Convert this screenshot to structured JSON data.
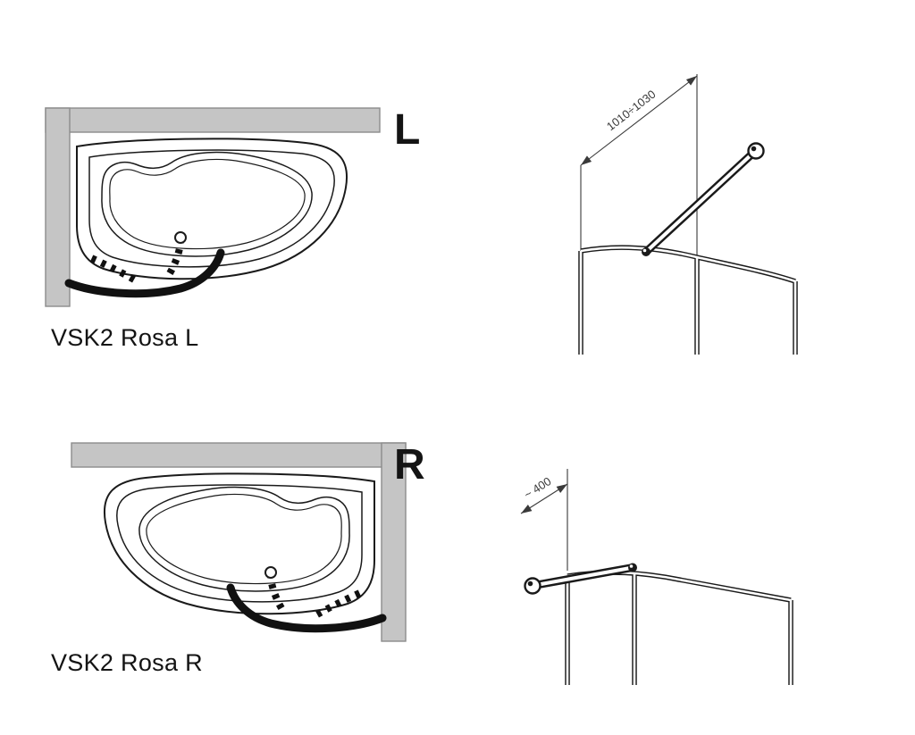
{
  "variants": {
    "L": {
      "corner_label": "L",
      "caption": "VSK2 Rosa L",
      "dimension_label": "1010÷1030"
    },
    "R": {
      "corner_label": "R",
      "caption": "VSK2 Rosa R",
      "dimension_label": "~ 400"
    }
  },
  "colors": {
    "wall_fill": "#c5c5c5",
    "wall_stroke": "#8c8c8c",
    "line": "#1a1a1a",
    "dimension": "#3a3a3a"
  }
}
